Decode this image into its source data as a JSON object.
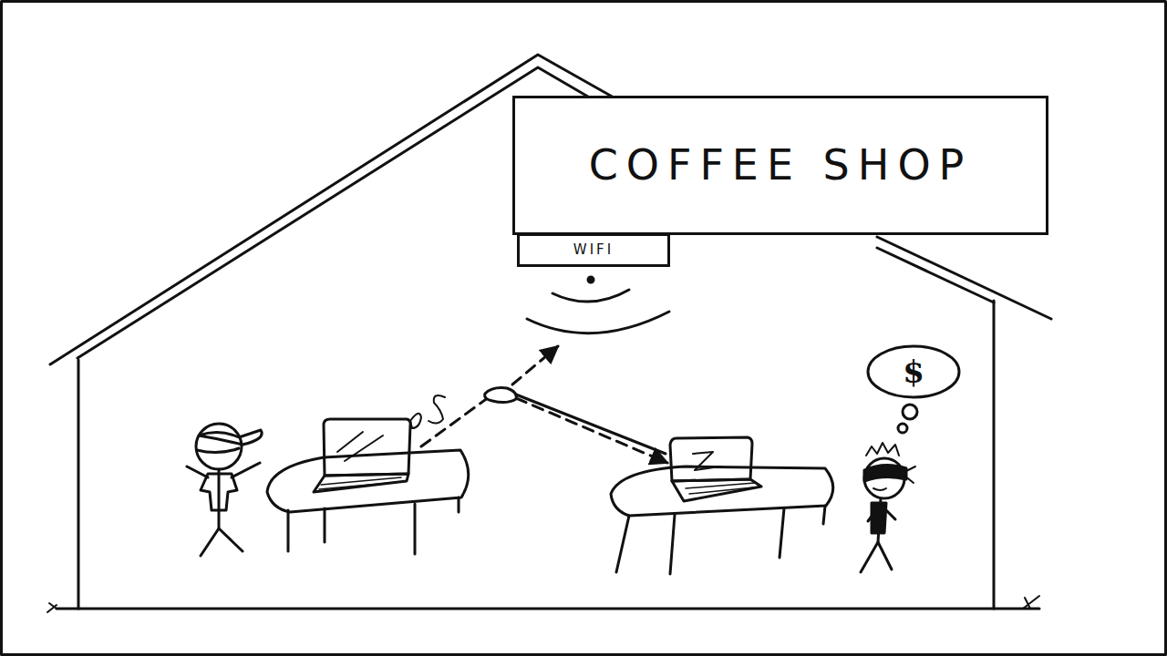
{
  "diagram": {
    "nodes": [
      {
        "text": [
          "COFFEE SHOP"
        ]
      },
      {
        "text": [
          "WIFI"
        ]
      }
    ],
    "labels": [
      "$"
    ]
  }
}
